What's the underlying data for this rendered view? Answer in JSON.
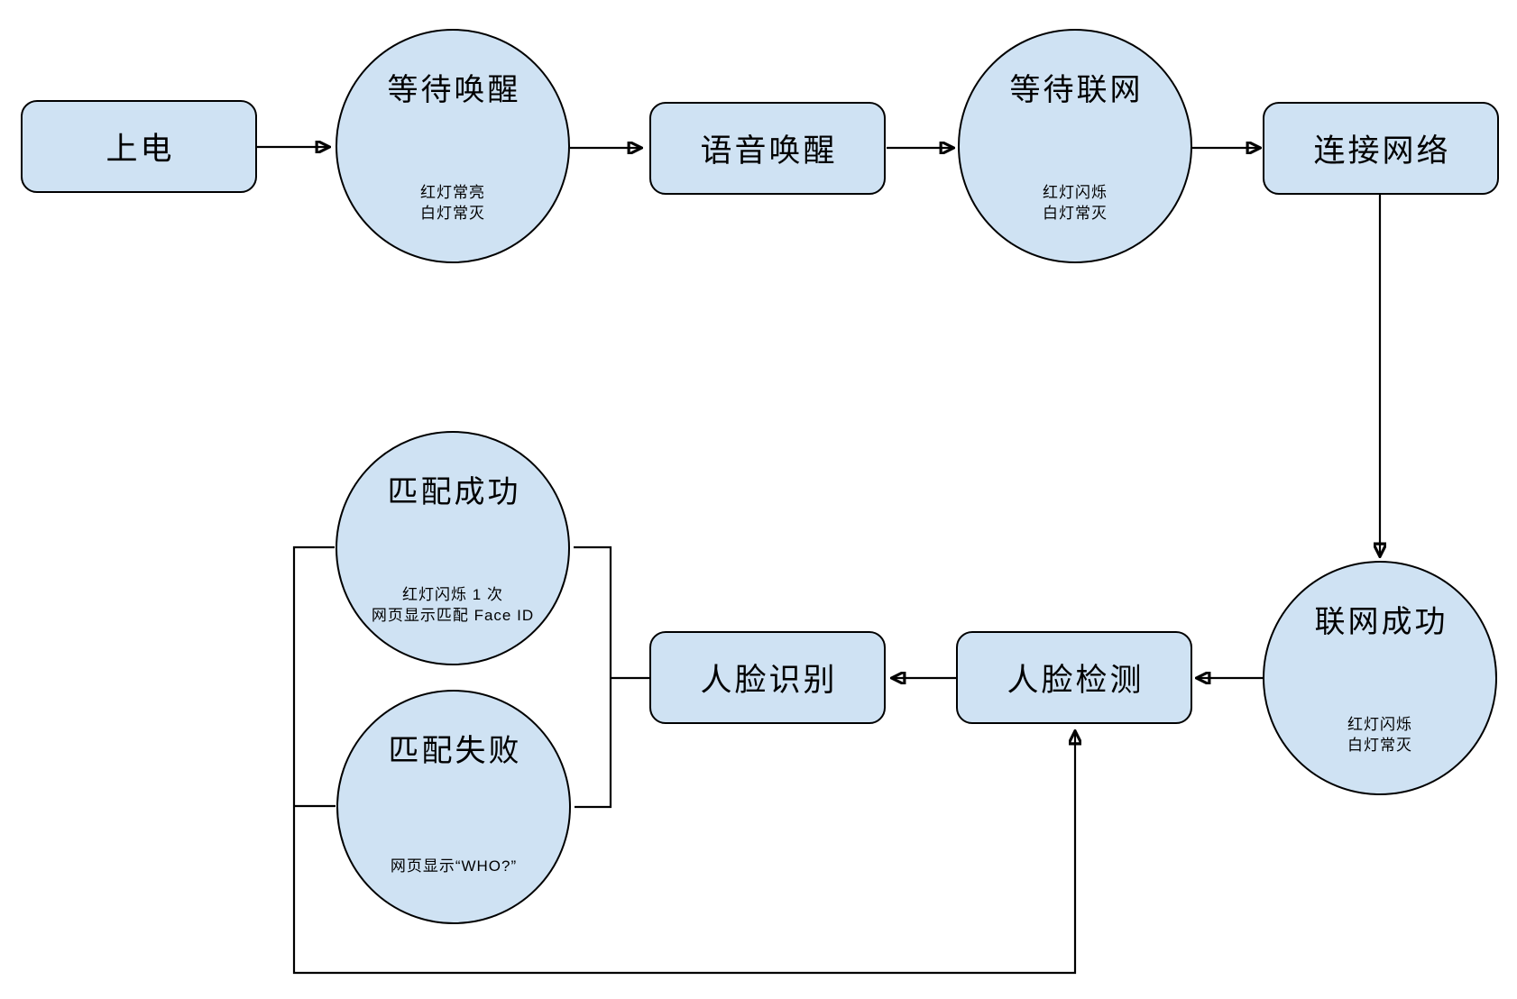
{
  "diagram": {
    "background_color": "#ffffff",
    "node_fill_color": "#cfe2f3",
    "node_border_color": "#000000",
    "connector_color": "#000000",
    "nodes": {
      "power": {
        "label": "上电"
      },
      "wait_wake": {
        "title": "等待唤醒",
        "note_line1": "红灯常亮",
        "note_line2": "白灯常灭"
      },
      "voice_wake": {
        "label": "语音唤醒"
      },
      "wait_network": {
        "title": "等待联网",
        "note_line1": "红灯闪烁",
        "note_line2": "白灯常灭"
      },
      "connect_network": {
        "label": "连接网络"
      },
      "network_success": {
        "title": "联网成功",
        "note_line1": "红灯闪烁",
        "note_line2": "白灯常灭"
      },
      "face_detect": {
        "label": "人脸检测"
      },
      "face_recognize": {
        "label": "人脸识别"
      },
      "match_success": {
        "title": "匹配成功",
        "note_line1": "红灯闪烁 1 次",
        "note_line2": "网页显示匹配 Face ID"
      },
      "match_fail": {
        "title": "匹配失败",
        "note_line1": "网页显示“WHO?”"
      }
    }
  }
}
